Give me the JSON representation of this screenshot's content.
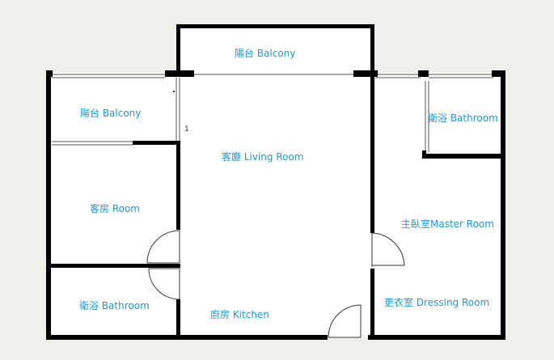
{
  "colors": {
    "background": "#f0efea",
    "floor": "#ffffff",
    "wall": "#000000",
    "label": "#1b9ad0"
  },
  "rooms": {
    "balcony_top": "陽台 Balcony",
    "balcony_left": "陽台 Balcony",
    "living_room": "客廳 Living Room",
    "guest_room": "客房 Room",
    "bathroom_left": "衛浴 Bathroom",
    "kitchen": "廚房 Kitchen",
    "bathroom_right": "衛浴 Bathroom",
    "master_room": "主臥室Master Room",
    "dressing_room": "更衣室 Dressing Room"
  },
  "marker": "1"
}
